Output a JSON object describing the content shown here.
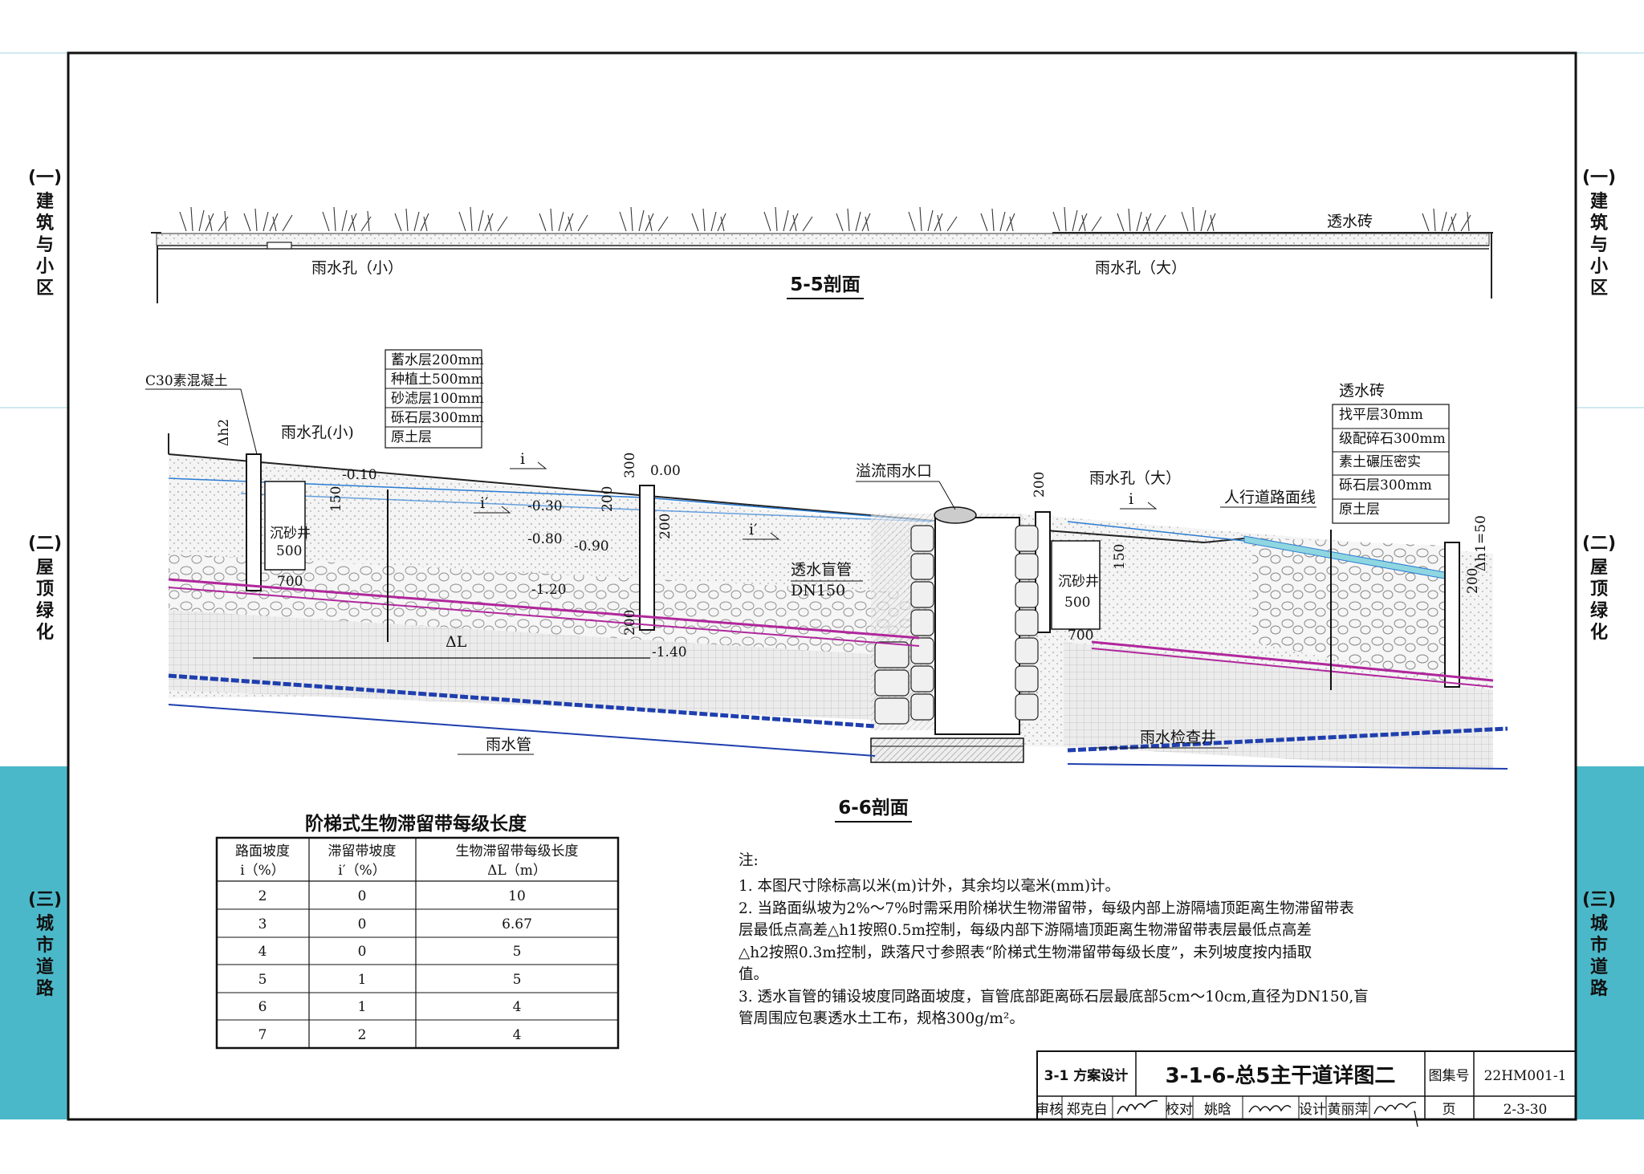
{
  "side_tabs": {
    "tab1": {
      "num": "(一)",
      "chars": [
        "建",
        "筑",
        "与",
        "小",
        "区"
      ]
    },
    "tab2": {
      "num": "(二)",
      "chars": [
        "屋",
        "顶",
        "绿",
        "化"
      ]
    },
    "tab3": {
      "num": "(三)",
      "chars": [
        "城",
        "市",
        "道",
        "路"
      ]
    }
  },
  "colors": {
    "accent_tab": "#4bb8c9",
    "pipe_blue": "#1f3fae",
    "pipe_magenta": "#b0279c",
    "water": "#2b7cd3"
  },
  "section55": {
    "title": "5-5剖面",
    "label_permeable_brick": "透水砖",
    "label_hole_small": "雨水孔（小）",
    "label_hole_large": "雨水孔（大）"
  },
  "section66": {
    "title": "6-6剖面",
    "concrete": "C30素混凝土",
    "dh2": "Δh2",
    "dh1": "Δh1=50",
    "hole_small": "雨水孔(小)",
    "hole_large": "雨水孔（大）",
    "overflow_inlet": "溢流雨水口",
    "sidewalk_line": "人行道路面线",
    "blind_pipe": "透水盲管",
    "dn": "DN150",
    "rain_pipe": "雨水管",
    "inspection_well": "雨水检查井",
    "sand_well1": "沉砂井",
    "sand_well1_dim": "500",
    "sand_well2": "沉砂井",
    "sand_well2_dim": "500",
    "slope_i": "i",
    "slope_i2": "i",
    "slope_ip": "i′",
    "slope_ip2": "i′",
    "delta_l": "ΔL",
    "layers_left": [
      "蓄水层200mm",
      "种植土500mm",
      "砂滤层100mm",
      "砾石层300mm",
      "原土层"
    ],
    "layers_right_title": "透水砖",
    "layers_right": [
      "找平层30mm",
      "级配碎石300mm",
      "素土碾压密实",
      "砾石层300mm",
      "原土层"
    ],
    "elevations": {
      "e1": "-0.10",
      "e2": "-0.30",
      "e3": "-0.80",
      "e4": "-0.90",
      "e5": "-1.20",
      "e6": "-1.40",
      "e7": "0.00"
    },
    "dims": {
      "d150a": "150",
      "d200a": "200",
      "d300": "300",
      "d200b": "200",
      "d700a": "700",
      "d200c": "200",
      "d200d": "200",
      "d150b": "150",
      "d700b": "700",
      "d200e": "200"
    }
  },
  "table": {
    "title": "阶梯式生物滞留带每级长度",
    "headers": [
      [
        "路面坡度",
        "i（%）"
      ],
      [
        "滞留带坡度",
        "i′（%）"
      ],
      [
        "生物滞留带每级长度",
        "ΔL（m）"
      ]
    ],
    "rows": [
      [
        "2",
        "0",
        "10"
      ],
      [
        "3",
        "0",
        "6.67"
      ],
      [
        "4",
        "0",
        "5"
      ],
      [
        "5",
        "1",
        "5"
      ],
      [
        "6",
        "1",
        "4"
      ],
      [
        "7",
        "2",
        "4"
      ]
    ]
  },
  "notes": {
    "head": "注:",
    "lines": [
      "1.  本图尺寸除标高以米(m)计外，其余均以毫米(mm)计。",
      "2.  当路面纵坡为2%～7%时需采用阶梯状生物滞留带，每级内部上游隔墙顶距离生物滞留带表",
      "     层最低点高差△h1按照0.5m控制，每级内部下游隔墙顶距离生物滞留带表层最低点高差",
      "     △h2按照0.3m控制，跌落尺寸参照表“阶梯式生物滞留带每级长度”，未列坡度按内插取",
      "     值。",
      "3.  透水盲管的铺设坡度同路面坡度，盲管底部距离砾石层最底部5cm～10cm,直径为DN150,盲",
      "     管周围应包裹透水土工布，规格300g/m²。"
    ]
  },
  "title_block": {
    "section": "3-1 方案设计",
    "title": "3-1-6-总5主干道详图二",
    "atlas_label": "图集号",
    "atlas_no": "22HM001-1",
    "page_label": "页",
    "page_no": "2-3-30",
    "review_label": "审核",
    "review_name": "郑克白",
    "check_label": "校对",
    "check_name": "姚晗",
    "design_label": "设计",
    "design_name": "黄丽萍"
  }
}
